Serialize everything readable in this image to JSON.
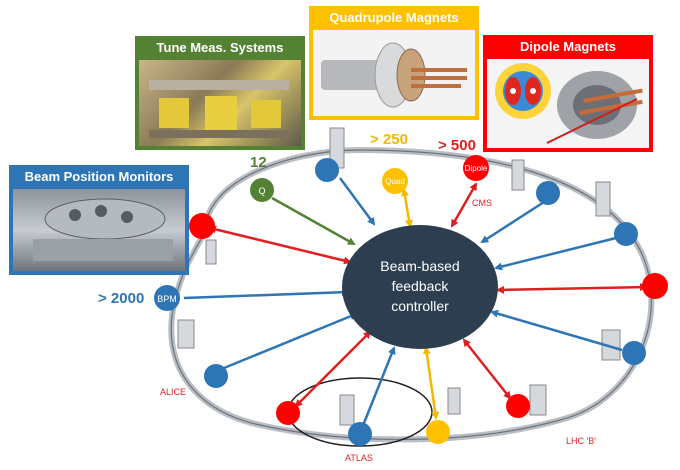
{
  "photos": {
    "tune": {
      "title": "Tune Meas. Systems"
    },
    "quad": {
      "title": "Quadrupole Magnets"
    },
    "dipole": {
      "title": "Dipole Magnets"
    },
    "bpm": {
      "title": "Beam Position Monitors"
    }
  },
  "counts": {
    "tune": "12",
    "quad": "> 250",
    "dipole": "> 500",
    "bpm": "> 2000"
  },
  "nodes": {
    "q": "Q",
    "quad": "Quad",
    "dipole": "Dipole",
    "bpm": "BPM"
  },
  "controller": {
    "line1": "Beam-based",
    "line2": "feedback",
    "line3": "controller"
  },
  "experiments": {
    "cms": "CMS",
    "alice": "ALICE",
    "atlas": "ATLAS",
    "lhcb": "LHC 'B'"
  },
  "colors": {
    "tune": "#548235",
    "quad": "#ffc000",
    "dipole": "#ff0000",
    "bpm": "#2e75b6",
    "controller": "#2d3e50",
    "arrow_blue": "#2e75b6",
    "arrow_red": "#e02020",
    "arrow_green": "#548235",
    "arrow_yellow": "#f5b800",
    "label_red": "#e02020"
  }
}
